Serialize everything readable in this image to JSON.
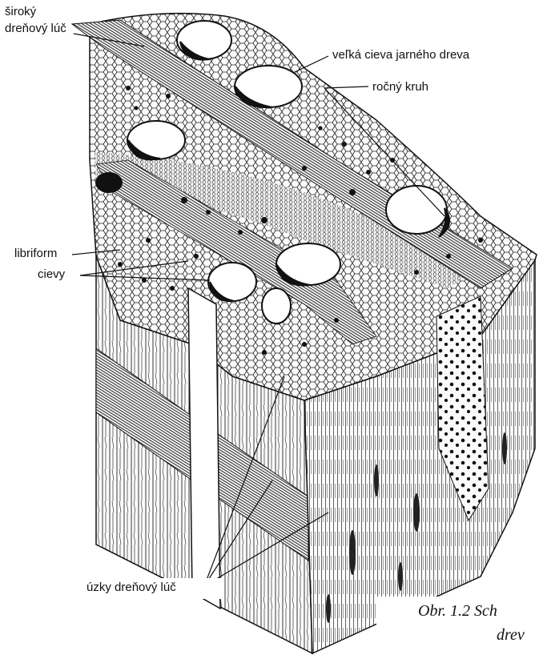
{
  "labels": {
    "wide_ray_line1": "široký",
    "wide_ray_line2": "dreňový lúč",
    "large_vessel": "veľká cieva jarného dreva",
    "annual_ring": "ročný kruh",
    "libriform": "libriform",
    "vessels": "cievy",
    "narrow_ray": "úzky dreňový lúč"
  },
  "caption": {
    "line1": "Obr. 1.2  Sch",
    "line2": "drev"
  }
}
